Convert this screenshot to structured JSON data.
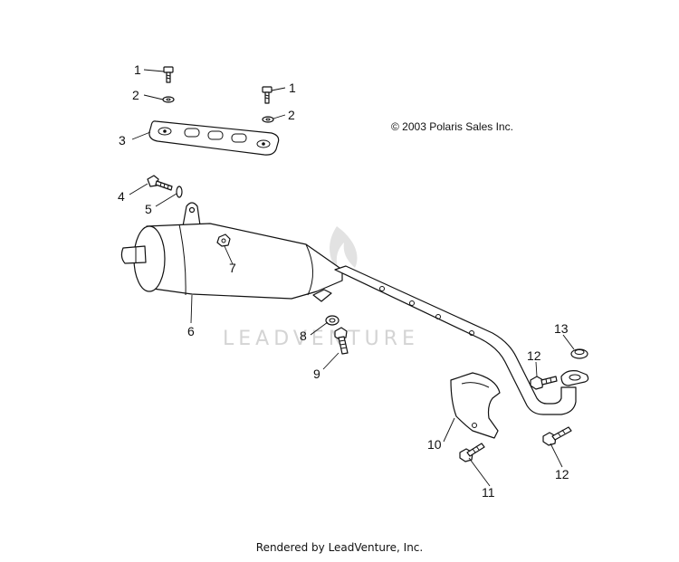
{
  "copyright": "© 2003 Polaris Sales Inc.",
  "watermark": "LEADVENTURE",
  "footer": "Rendered by LeadVenture, Inc.",
  "callouts": [
    "1",
    "2",
    "1",
    "2",
    "3",
    "4",
    "5",
    "6",
    "7",
    "8",
    "9",
    "10",
    "11",
    "12",
    "12",
    "13"
  ],
  "parts": [
    {
      "number": "1",
      "role": "bolt (heat shield)"
    },
    {
      "number": "2",
      "role": "washer"
    },
    {
      "number": "3",
      "role": "heat shield"
    },
    {
      "number": "4",
      "role": "bolt"
    },
    {
      "number": "5",
      "role": "washer"
    },
    {
      "number": "6",
      "role": "muffler / exhaust pipe"
    },
    {
      "number": "7",
      "role": "nut"
    },
    {
      "number": "8",
      "role": "grommet"
    },
    {
      "number": "9",
      "role": "bolt"
    },
    {
      "number": "10",
      "role": "bracket"
    },
    {
      "number": "11",
      "role": "bolt"
    },
    {
      "number": "12",
      "role": "bolt"
    },
    {
      "number": "13",
      "role": "gasket"
    }
  ]
}
